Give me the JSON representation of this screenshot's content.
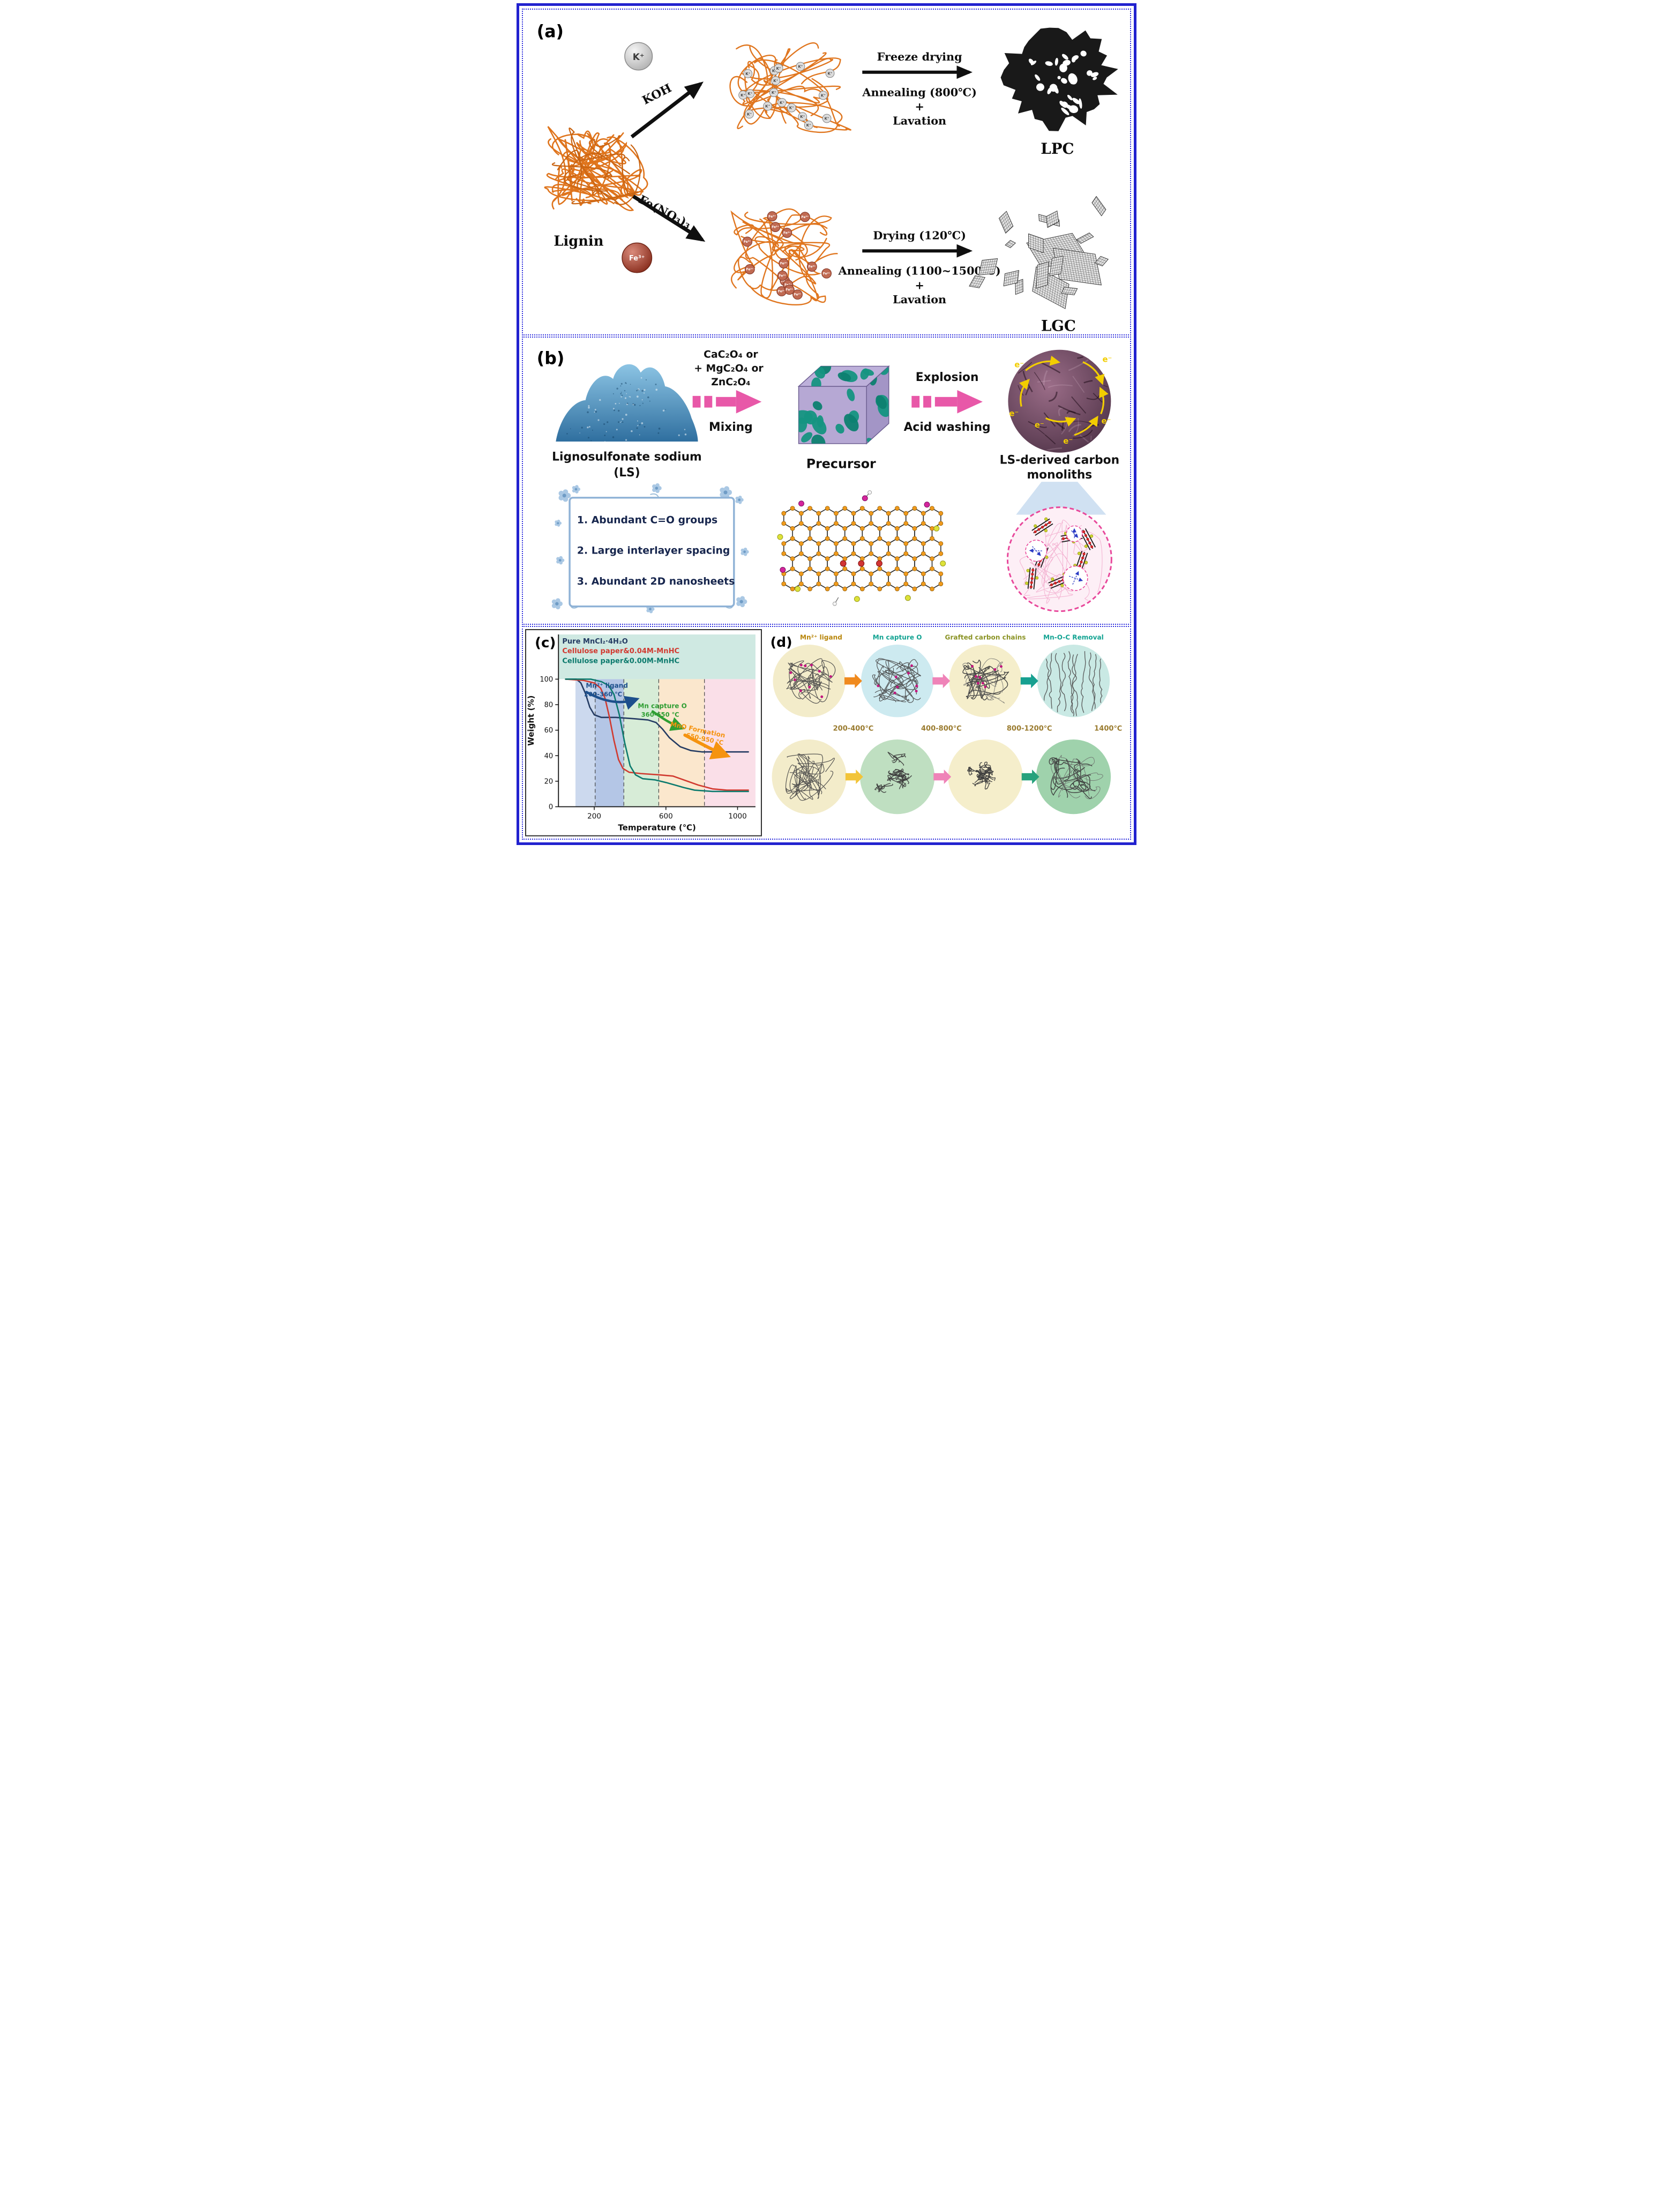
{
  "figure": {
    "panel_a": {
      "tag": "(a)",
      "lignin": "Lignin",
      "koh": "KOH",
      "k_ion": "K⁺",
      "fe_salt": "Fe(NO₃)₃",
      "fe_ion": "Fe³⁺",
      "route_top": {
        "above": "Freeze drying",
        "below1": "Annealing (800℃)",
        "below2": "+",
        "below3": "Lavation",
        "product": "LPC"
      },
      "route_bottom": {
        "above": "Drying (120℃)",
        "below1": "Annealing (1100~1500℃)",
        "below2": "+",
        "below3": "Lavation",
        "product": "LGC"
      }
    },
    "panel_b": {
      "tag": "(b)",
      "source_name": "Lignosulfonate sodium",
      "source_abbr": "(LS)",
      "reagent_line1": "CaC₂O₄ or",
      "reagent_line2": "+ MgC₂O₄ or",
      "reagent_line3": "ZnC₂O₄",
      "step1_label": "Mixing",
      "intermediate": "Precursor",
      "step2_above": "Explosion",
      "step2_below": "Acid washing",
      "product_line1": "LS-derived carbon",
      "product_line2": "monoliths",
      "electron": "e⁻",
      "features": [
        "1. Abundant C=O groups",
        "2. Large interlayer spacing",
        "3. Abundant 2D nanosheets"
      ]
    },
    "panel_c": {
      "tag": "(c)"
    },
    "panel_d": {
      "tag": "(d)",
      "stage_labels": [
        "Mn²⁺ ligand",
        "Mn capture O",
        "Grafted carbon chains",
        "Mn-O-C Removal"
      ],
      "stage_label_colors": [
        "#b8860b",
        "#12a392",
        "#8a9324",
        "#12a392"
      ],
      "temperatures": [
        "200-400℃",
        "400-800℃",
        "800-1200℃",
        "1400℃"
      ],
      "temperature_color": "#9a7b2f",
      "mn_dot_color": "#c2187e"
    }
  },
  "chart_data": {
    "type": "line",
    "title": "",
    "xlabel": "Temperature (℃)",
    "ylabel": "Weight (%)",
    "xlim": [
      0,
      1100
    ],
    "ylim": [
      0,
      135
    ],
    "xticks": [
      200,
      600,
      1000
    ],
    "yticks": [
      0,
      20,
      40,
      60,
      80,
      100
    ],
    "grid": false,
    "legend_position": "top-left",
    "top_band_color": "#cfe9e2",
    "dashed_lines": [
      205,
      365,
      560,
      815
    ],
    "zones": [
      {
        "from": 95,
        "to": 205,
        "color": "#ccd9ee"
      },
      {
        "from": 205,
        "to": 365,
        "color": "#b4c6e6"
      },
      {
        "from": 365,
        "to": 560,
        "color": "#d7ecd7"
      },
      {
        "from": 560,
        "to": 815,
        "color": "#fbe7cd"
      },
      {
        "from": 815,
        "to": 1100,
        "color": "#fadfe8"
      }
    ],
    "series": [
      {
        "name": "Pure MnCl₂·4H₂O",
        "color": "#243b62",
        "points": [
          [
            40,
            100
          ],
          [
            100,
            100
          ],
          [
            125,
            97
          ],
          [
            150,
            89
          ],
          [
            175,
            78
          ],
          [
            200,
            72
          ],
          [
            240,
            70
          ],
          [
            320,
            70
          ],
          [
            420,
            69
          ],
          [
            500,
            68
          ],
          [
            545,
            66
          ],
          [
            580,
            61
          ],
          [
            620,
            54
          ],
          [
            680,
            47
          ],
          [
            740,
            44
          ],
          [
            800,
            43
          ],
          [
            900,
            43
          ],
          [
            1060,
            43
          ]
        ]
      },
      {
        "name": "Cellulose paper&0.04M-MnHC",
        "color": "#d13a30",
        "points": [
          [
            40,
            100
          ],
          [
            140,
            99
          ],
          [
            200,
            97
          ],
          [
            235,
            93
          ],
          [
            260,
            85
          ],
          [
            285,
            70
          ],
          [
            310,
            52
          ],
          [
            335,
            37
          ],
          [
            360,
            30
          ],
          [
            395,
            27
          ],
          [
            460,
            26
          ],
          [
            560,
            25
          ],
          [
            640,
            24
          ],
          [
            700,
            21
          ],
          [
            780,
            17
          ],
          [
            860,
            14
          ],
          [
            940,
            13
          ],
          [
            1060,
            13
          ]
        ]
      },
      {
        "name": "Cellulose paper&0.00M-MnHC",
        "color": "#0c7a6d",
        "points": [
          [
            40,
            100
          ],
          [
            180,
            100
          ],
          [
            240,
            98
          ],
          [
            280,
            95
          ],
          [
            310,
            88
          ],
          [
            340,
            72
          ],
          [
            370,
            50
          ],
          [
            400,
            32
          ],
          [
            430,
            25
          ],
          [
            470,
            22
          ],
          [
            540,
            21
          ],
          [
            600,
            19
          ],
          [
            650,
            17
          ],
          [
            700,
            15
          ],
          [
            760,
            13
          ],
          [
            860,
            12
          ],
          [
            1060,
            12
          ]
        ]
      }
    ],
    "annotations": [
      {
        "label": "Mn²⁺ ligand",
        "range": "200-360 ℃",
        "color": "#1d4f8c"
      },
      {
        "label": "Mn capture O",
        "range": "360-650 ℃",
        "color": "#2f9e33"
      },
      {
        "label": "MnO Formation",
        "range": "650-950 ℃",
        "color": "#f5930f"
      }
    ]
  }
}
